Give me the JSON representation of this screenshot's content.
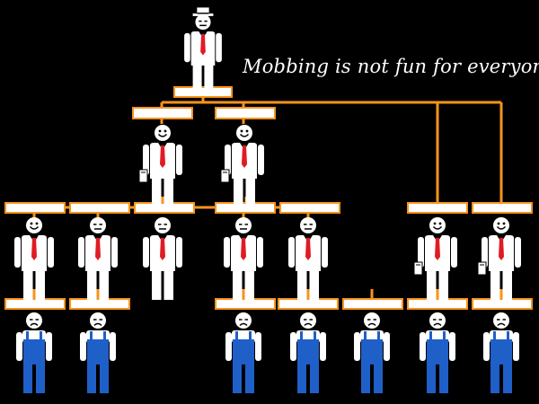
{
  "caption": "Mobbing is not fun for everyone...",
  "colors": {
    "background": "#000000",
    "connector": "#f7941d",
    "manager_body": "#ffffff",
    "tie": "#e01b24",
    "worker_overalls": "#1f5fc8",
    "worker_skin": "#ffffff",
    "box_fill": "#ffffff",
    "box_border": "#f7941d"
  },
  "people": {
    "boss": {
      "role": "boss",
      "mood": "neutral",
      "accessory": "hat"
    },
    "level1": [
      {
        "role": "manager",
        "mood": "happy",
        "accessory": "briefcase"
      },
      {
        "role": "manager",
        "mood": "happy",
        "accessory": "briefcase"
      }
    ],
    "level2": [
      {
        "role": "manager",
        "mood": "happy"
      },
      {
        "role": "manager",
        "mood": "neutral"
      },
      {
        "role": "manager",
        "mood": "neutral"
      },
      {
        "role": "manager",
        "mood": "neutral"
      },
      {
        "role": "manager",
        "mood": "neutral"
      },
      {
        "role": "manager",
        "mood": "happy",
        "accessory": "briefcase"
      },
      {
        "role": "manager",
        "mood": "happy",
        "accessory": "briefcase"
      }
    ],
    "workers": [
      {
        "role": "worker",
        "mood": "sad"
      },
      {
        "role": "worker",
        "mood": "sad"
      },
      {
        "role": "worker",
        "mood": "sad"
      },
      {
        "role": "worker",
        "mood": "sad"
      },
      {
        "role": "worker",
        "mood": "sad"
      },
      {
        "role": "worker",
        "mood": "sad"
      },
      {
        "role": "worker",
        "mood": "sad"
      }
    ]
  }
}
